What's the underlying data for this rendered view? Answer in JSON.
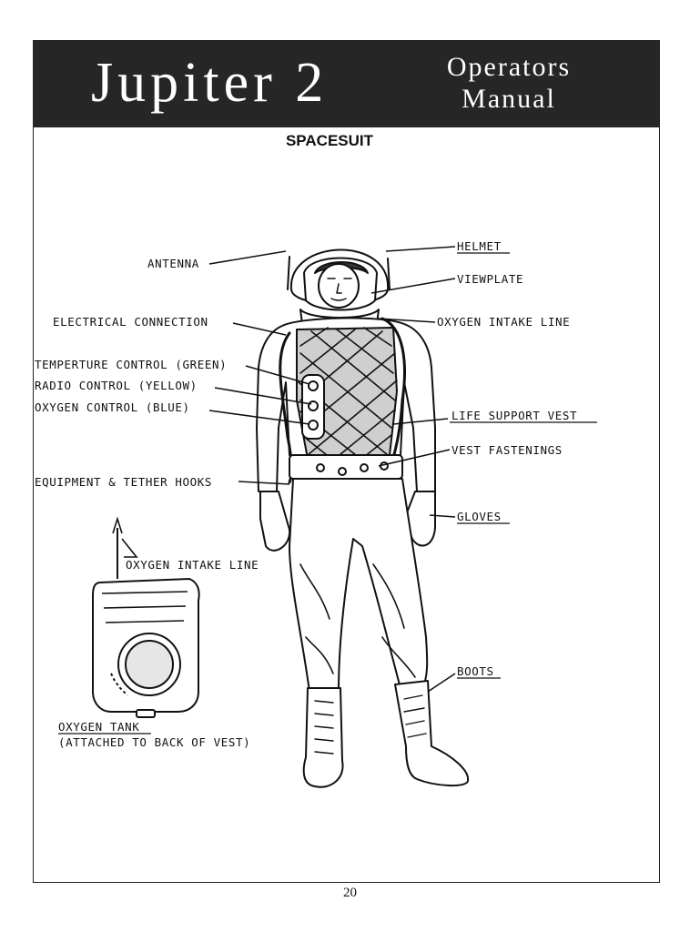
{
  "header": {
    "title": "Jupiter 2",
    "subtitle_line1": "Operators",
    "subtitle_line2": "Manual"
  },
  "section_title": "SPACESUIT",
  "labels": {
    "antenna": "ANTENNA",
    "helmet": "HELMET",
    "viewplate": "VIEWPLATE",
    "electrical_connection": "ELECTRICAL CONNECTION",
    "oxygen_intake_line": "OXYGEN INTAKE LINE",
    "temperature_control": "TEMPERTURE CONTROL (GREEN)",
    "radio_control": "RADIO CONTROL (YELLOW)",
    "oxygen_control": "OXYGEN CONTROL (BLUE)",
    "life_support_vest": "LIFE SUPPORT VEST",
    "vest_fastenings": "VEST FASTENINGS",
    "equipment_tether_hooks": "EQUIPMENT & TETHER HOOKS",
    "gloves": "GLOVES",
    "tank_oxygen_intake_line": "OXYGEN INTAKE LINE",
    "boots": "BOOTS",
    "oxygen_tank": "OXYGEN TANK",
    "oxygen_tank_note": "(ATTACHED TO BACK OF VEST)"
  },
  "page_number": "20",
  "colors": {
    "header_bg": "#262626",
    "header_text": "#ffffff",
    "ink": "#111111"
  }
}
